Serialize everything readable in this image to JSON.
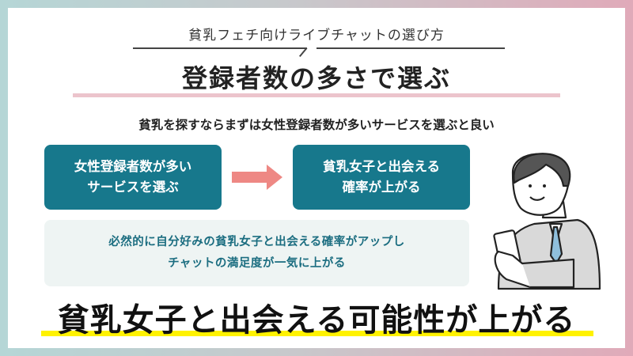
{
  "header": {
    "subtitle": "貧乳フェチ向けライブチャットの選び方",
    "title": "登録者数の多さで選ぶ",
    "lead": "貧乳を探すならまずは女性登録者数が多いサービスを選ぶと良い"
  },
  "flow": {
    "step1": [
      "女性登録者数が多い",
      "サービスを選ぶ"
    ],
    "step2": [
      "貧乳女子と出会える",
      "確率が上がる"
    ],
    "arrow_icon": "right-arrow-icon"
  },
  "note": [
    "必然的に自分好みの貧乳女子と出会える確率がアップし",
    "チャットの満足度が一気に上がる"
  ],
  "conclusion": "貧乳女子と出会える可能性が上がる",
  "colors": {
    "teal": "#17788c",
    "arrow": "#ee8884",
    "pink_rule": "#ecc4cc",
    "highlight": "#fff200"
  }
}
